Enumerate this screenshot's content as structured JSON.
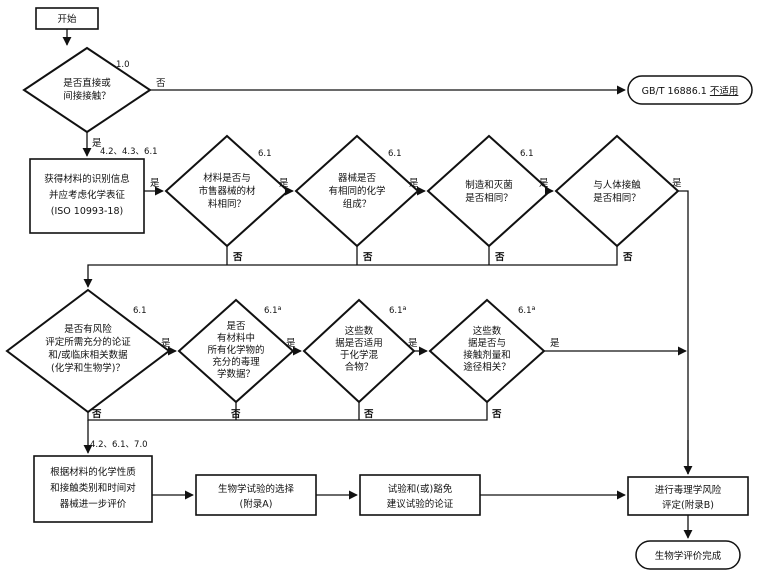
{
  "start": "开始",
  "q1": {
    "lines": [
      "是否直接或",
      "间接接触？"
    ],
    "ref": "1.0"
  },
  "na_terminal": {
    "text_a": "GB/T 16886.1 ",
    "text_b": "不适用"
  },
  "q1_no": "否",
  "q1_yes": "是",
  "ref_identify": "4.2、4.3、6.1",
  "identify_box": [
    "获得材料的识别信息",
    "并应考虑化学表征",
    "(ISO 10993-18)"
  ],
  "row1": [
    {
      "lines": [
        "材料是否与",
        "市售器械的材",
        "料相同？"
      ],
      "ref": "6.1",
      "yes": "是",
      "no": "否"
    },
    {
      "lines": [
        "器械是否",
        "有相同的化学",
        "组成？"
      ],
      "ref": "6.1",
      "yes": "是",
      "no": "否"
    },
    {
      "lines": [
        "制造和灭菌",
        "是否相同？"
      ],
      "ref": "6.1",
      "yes": "是",
      "no": "否"
    },
    {
      "lines": [
        "与人体接触",
        "是否相同？"
      ],
      "ref": "",
      "yes": "是",
      "no": "否"
    }
  ],
  "identify_yes": "是",
  "row2": [
    {
      "lines": [
        "是否有风险",
        "评定所需充分的论证",
        "和/或临床相关数据",
        "(化学和生物学)？"
      ],
      "ref": "6.1",
      "yes": "是",
      "no": "否"
    },
    {
      "lines": [
        "是否",
        "有材料中",
        "所有化学物的",
        "充分的毒理",
        "学数据？"
      ],
      "ref": "6.1",
      "ref_sup": "a",
      "yes": "是",
      "no": "否"
    },
    {
      "lines": [
        "这些数",
        "据是否适用",
        "于化学混",
        "合物？"
      ],
      "ref": "6.1",
      "ref_sup": "a",
      "yes": "是",
      "no": "否"
    },
    {
      "lines": [
        "这些数",
        "据是否与",
        "接触剂量和",
        "途径相关？"
      ],
      "ref": "6.1",
      "ref_sup": "a",
      "yes": "是",
      "no": "否"
    }
  ],
  "ref_eval": "4.2、6.1、7.0",
  "eval_box": [
    "根据材料的化学性质",
    "和接触类别和时间对",
    "器械进一步评价"
  ],
  "select_box": [
    "生物学试验的选择",
    "(附录A)"
  ],
  "justify_box": [
    "试验和(或)豁免",
    "建议试验的论证"
  ],
  "tox_box": [
    "进行毒理学风险",
    "评定(附录B)"
  ],
  "done": "生物学评价完成"
}
